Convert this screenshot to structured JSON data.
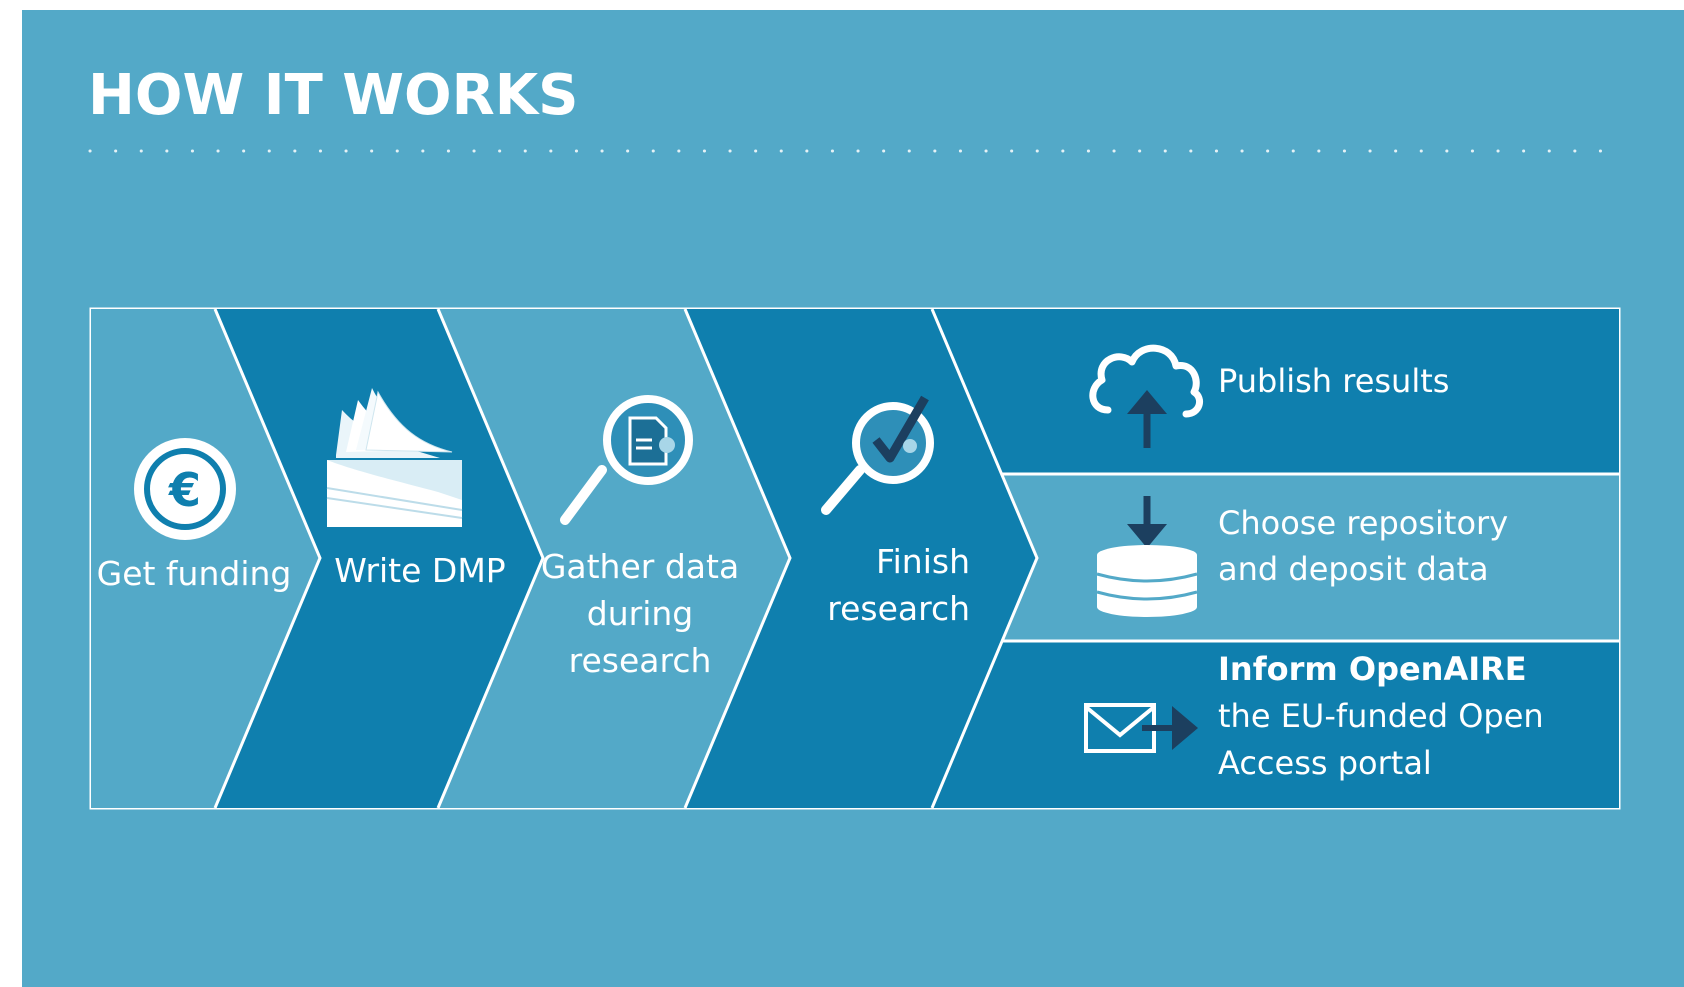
{
  "heading": "HOW IT WORKS",
  "colors": {
    "background": "#53a9c8",
    "dark_band": "#0f7fae",
    "light_band": "#53a9c8",
    "white": "#ffffff",
    "icon_dark": "#1c3f5f"
  },
  "steps": [
    {
      "label_lines": [
        "Get funding"
      ],
      "icon": "euro-coin-icon"
    },
    {
      "label_lines": [
        "Write DMP"
      ],
      "icon": "document-stack-icon"
    },
    {
      "label_lines": [
        "Gather data",
        "during",
        "research"
      ],
      "icon": "magnifier-document-icon"
    },
    {
      "label_lines": [
        "Finish",
        "research"
      ],
      "icon": "magnifier-check-icon"
    }
  ],
  "outcomes": [
    {
      "label_lines": [
        "Publish results"
      ],
      "bold_lines": 0,
      "icon": "cloud-upload-icon"
    },
    {
      "label_lines": [
        "Choose repository",
        "and deposit data"
      ],
      "bold_lines": 0,
      "icon": "database-deposit-icon"
    },
    {
      "label_lines": [
        "Inform OpenAIRE",
        "the EU-funded Open",
        "Access portal"
      ],
      "bold_lines": 1,
      "icon": "envelope-send-icon"
    }
  ]
}
